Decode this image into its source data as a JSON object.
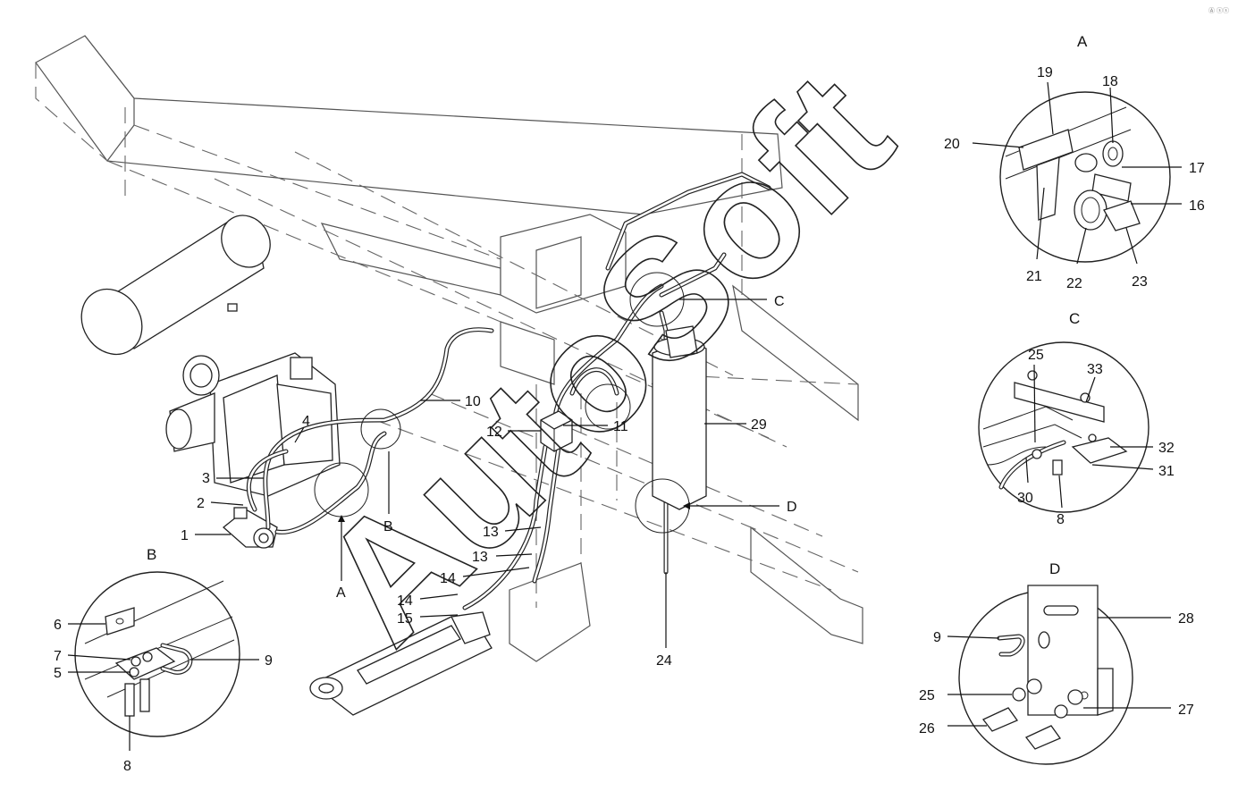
{
  "watermark": "AutoSoft",
  "corner_mark": "Ⓐ ⓢⓢ",
  "callouts": {
    "n1": "1",
    "n2": "2",
    "n3": "3",
    "n4": "4",
    "n10": "10",
    "n11": "11",
    "n12": "12",
    "n13a": "13",
    "n13b": "13",
    "n14a": "14",
    "n14b": "14",
    "n15": "15",
    "n24": "24",
    "n29": "29",
    "A": "A",
    "B": "B",
    "C": "C",
    "D": "D"
  },
  "detail_A": {
    "title": "A",
    "labels": {
      "n16": "16",
      "n17": "17",
      "n18": "18",
      "n19": "19",
      "n20": "20",
      "n21": "21",
      "n22": "22",
      "n23": "23"
    }
  },
  "detail_B": {
    "title": "B",
    "labels": {
      "n5": "5",
      "n6": "6",
      "n7": "7",
      "n8": "8",
      "n9": "9"
    }
  },
  "detail_C": {
    "title": "C",
    "labels": {
      "n8": "8",
      "n25": "25",
      "n30": "30",
      "n31": "31",
      "n32": "32",
      "n33": "33"
    }
  },
  "detail_D": {
    "title": "D",
    "labels": {
      "n9": "9",
      "n25": "25",
      "n26": "26",
      "n27": "27",
      "n28": "28"
    }
  }
}
